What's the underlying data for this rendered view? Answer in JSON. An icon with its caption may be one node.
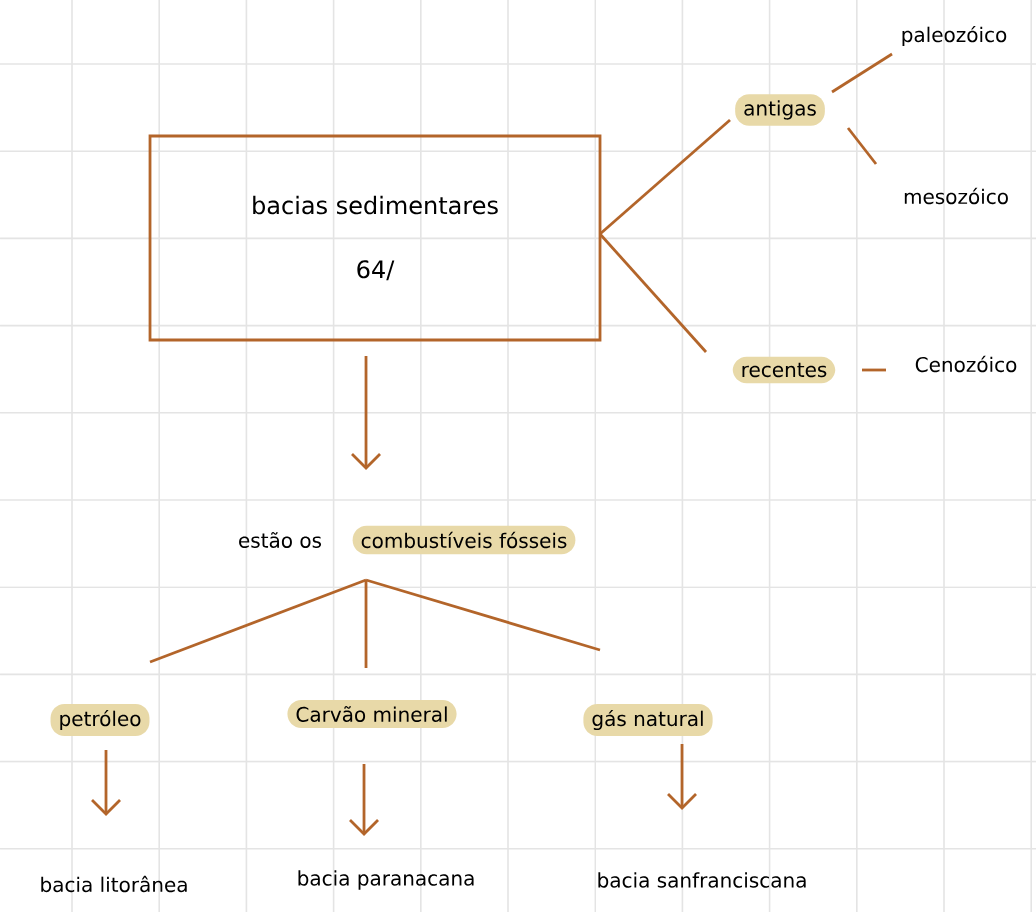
{
  "diagram": {
    "nodes": [
      {
        "text": [
          "bacias sedimentares",
          "64/"
        ]
      },
      {
        "text": [
          "antigas"
        ]
      },
      {
        "text": [
          "paleozóico"
        ]
      },
      {
        "text": [
          "mesozóico"
        ]
      },
      {
        "text": [
          "recentes"
        ]
      },
      {
        "text": [
          "Cenozóico"
        ]
      },
      {
        "text": [
          "combustíveis fósseis"
        ],
        "beside": [
          "estão os"
        ]
      },
      {
        "text": [
          "petróleo"
        ]
      },
      {
        "text": [
          "Carvão mineral"
        ]
      },
      {
        "text": [
          "gás natural"
        ]
      },
      {
        "text": [
          "bacia litorânea"
        ]
      },
      {
        "text": [
          "bacia paranacana"
        ]
      },
      {
        "text": [
          "bacia sanfranciscana"
        ]
      }
    ],
    "edges": [
      {
        "from": 0,
        "to": 1,
        "arrow": "none"
      },
      {
        "from": 0,
        "to": 4,
        "arrow": "none"
      },
      {
        "from": 1,
        "to": 2,
        "arrow": "none"
      },
      {
        "from": 1,
        "to": 3,
        "arrow": "none"
      },
      {
        "from": 4,
        "to": 5,
        "arrow": "none"
      },
      {
        "from": 0,
        "to": 6,
        "arrow": "to"
      },
      {
        "from": 6,
        "to": 7,
        "arrow": "none"
      },
      {
        "from": 6,
        "to": 8,
        "arrow": "none"
      },
      {
        "from": 6,
        "to": 9,
        "arrow": "none"
      },
      {
        "from": 7,
        "to": 10,
        "arrow": "to"
      },
      {
        "from": 8,
        "to": 11,
        "arrow": "to"
      },
      {
        "from": 9,
        "to": 12,
        "arrow": "to"
      }
    ]
  }
}
